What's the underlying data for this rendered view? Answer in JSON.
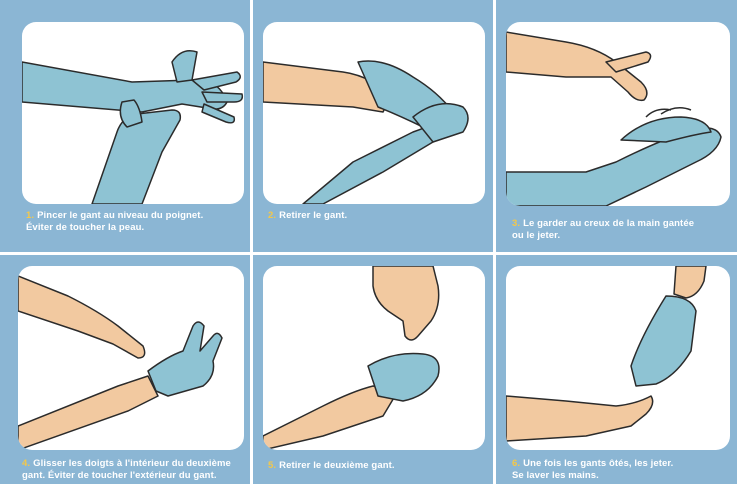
{
  "steps": [
    {
      "number": "1.",
      "lines": [
        "Pincer le gant au niveau du poignet.",
        "Éviter de toucher la peau."
      ],
      "illustration": "pinch-glove-at-wrist"
    },
    {
      "number": "2.",
      "lines": [
        "Retirer le gant."
      ],
      "illustration": "remove-first-glove"
    },
    {
      "number": "3.",
      "lines": [
        "Le garder au creux de la main gantée",
        "ou le jeter."
      ],
      "illustration": "hold-glove-in-gloved-palm"
    },
    {
      "number": "4.",
      "lines": [
        "Glisser les doigts à l'intérieur du deuxième",
        "gant. Éviter de toucher l'extérieur du gant."
      ],
      "illustration": "slide-fingers-inside-second-glove"
    },
    {
      "number": "5.",
      "lines": [
        "Retirer le deuxième gant."
      ],
      "illustration": "remove-second-glove"
    },
    {
      "number": "6.",
      "lines": [
        "Une fois les gants ôtés, les jeter.",
        "Se laver les mains."
      ],
      "illustration": "discard-gloves-wash-hands"
    }
  ],
  "colors": {
    "background": "#8bb6d4",
    "glove": "#8ec3d3",
    "glove_shade": "#6aa7bb",
    "skin": "#f2c9a0",
    "skin_shade": "#d9a57c",
    "outline": "#2b2b2b",
    "step_number": "#f4c84a",
    "caption_text": "#ffffff"
  }
}
